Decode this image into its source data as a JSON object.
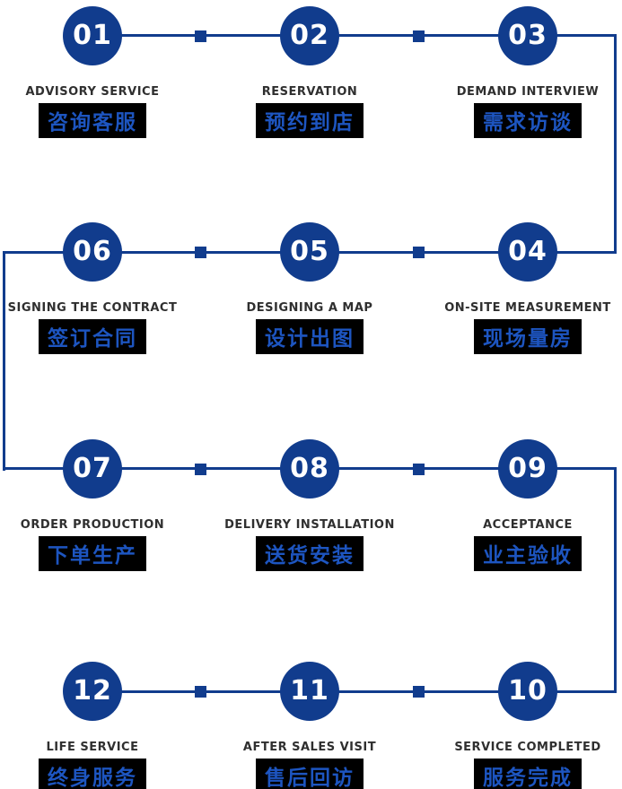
{
  "colors": {
    "primary": "#113c8d",
    "cn_text": "#1d55c0",
    "label_bg": "#000000",
    "en_text": "#2f2f2f"
  },
  "rows": [
    {
      "steps": [
        {
          "num": "01",
          "en": "ADVISORY SERVICE",
          "cn": "咨询客服"
        },
        {
          "num": "02",
          "en": "RESERVATION",
          "cn": "预约到店"
        },
        {
          "num": "03",
          "en": "DEMAND INTERVIEW",
          "cn": "需求访谈"
        }
      ]
    },
    {
      "steps": [
        {
          "num": "06",
          "en": "SIGNING THE CONTRACT",
          "cn": "签订合同"
        },
        {
          "num": "05",
          "en": "DESIGNING A MAP",
          "cn": "设计出图"
        },
        {
          "num": "04",
          "en": "ON-SITE MEASUREMENT",
          "cn": "现场量房"
        }
      ]
    },
    {
      "steps": [
        {
          "num": "07",
          "en": "ORDER PRODUCTION",
          "cn": "下单生产"
        },
        {
          "num": "08",
          "en": "DELIVERY INSTALLATION",
          "cn": "送货安装"
        },
        {
          "num": "09",
          "en": "ACCEPTANCE",
          "cn": "业主验收"
        }
      ]
    },
    {
      "steps": [
        {
          "num": "12",
          "en": "LIFE SERVICE",
          "cn": "终身服务"
        },
        {
          "num": "11",
          "en": "AFTER SALES VISIT",
          "cn": "售后回访"
        },
        {
          "num": "10",
          "en": "SERVICE COMPLETED",
          "cn": "服务完成"
        }
      ]
    }
  ]
}
